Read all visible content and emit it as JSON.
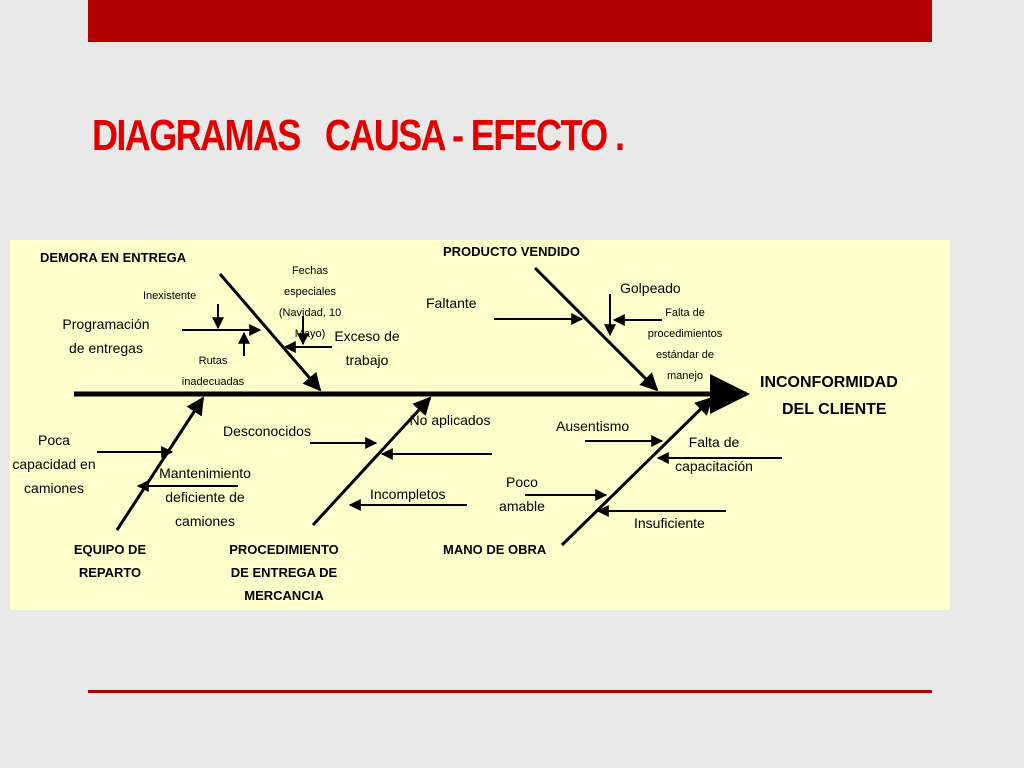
{
  "slide": {
    "title": "DIAGRAMAS   CAUSA - EFECTO .",
    "colors": {
      "title": "#e00000",
      "bar": "#b00000",
      "panel": "#ffffcc"
    }
  },
  "diagram": {
    "type": "fishbone",
    "effect": [
      "INCONFORMIDAD",
      "DEL CLIENTE"
    ],
    "categories": [
      {
        "name": "DEMORA EN ENTREGA",
        "causes": [
          {
            "text": "Programación de entregas",
            "subcauses": [
              "Inexistente",
              "Rutas inadecuadas"
            ]
          },
          {
            "text": "Exceso de trabajo",
            "subcauses": [
              "Fechas especiales (Navidad, 10 Mayo)"
            ]
          }
        ]
      },
      {
        "name": "PRODUCTO  VENDIDO",
        "causes": [
          {
            "text": "Faltante"
          },
          {
            "text": "Golpeado",
            "subcauses": [
              "Falta de procedimientos estándar de manejo"
            ]
          }
        ]
      },
      {
        "name": "EQUIPO DE REPARTO",
        "causes": [
          {
            "text": "Poca capacidad en camiones"
          },
          {
            "text": "Mantenimiento deficiente de camiones"
          }
        ]
      },
      {
        "name": "PROCEDIMIENTO DE ENTREGA DE MERCANCIA",
        "causes": [
          {
            "text": "Desconocidos"
          },
          {
            "text": "No aplicados"
          },
          {
            "text": "Incompletos"
          }
        ]
      },
      {
        "name": "MANO DE OBRA",
        "causes": [
          {
            "text": "Ausentismo"
          },
          {
            "text": "Falta de capacitación"
          },
          {
            "text": "Poco amable"
          },
          {
            "text": "Insuficiente"
          }
        ]
      }
    ]
  }
}
